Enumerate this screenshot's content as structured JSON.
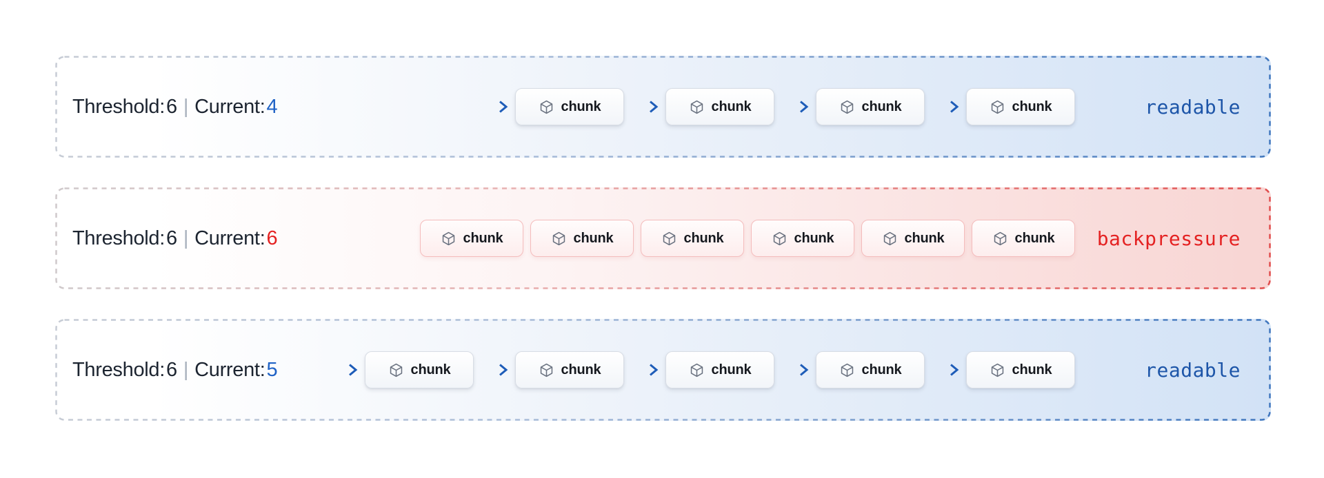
{
  "diagram": {
    "description": "stream backpressure states",
    "chunk_label": "chunk",
    "icons": {
      "chunk": "cube-icon",
      "flow": "arrow-right-icon"
    },
    "colors": {
      "readable_blue": "#1d55a8",
      "current_blue": "#2063c6",
      "backpressure_red": "#e42222",
      "arrow_blue": "#1d5cb8",
      "border_gray": "#c7ccd5",
      "border_blue": "#4177be",
      "border_red": "#e14f4f"
    },
    "rows": [
      {
        "threshold_label": "Threshold:",
        "threshold_value": "6",
        "separator": "|",
        "current_label": "Current:",
        "current_value": "4",
        "status": "readable",
        "accent": "blue",
        "chunk_count": 4,
        "arrows_between_chunks": true
      },
      {
        "threshold_label": "Threshold:",
        "threshold_value": "6",
        "separator": "|",
        "current_label": "Current:",
        "current_value": "6",
        "status": "backpressure",
        "accent": "red",
        "chunk_count": 6,
        "arrows_between_chunks": false
      },
      {
        "threshold_label": "Threshold:",
        "threshold_value": "6",
        "separator": "|",
        "current_label": "Current:",
        "current_value": "5",
        "status": "readable",
        "accent": "blue",
        "chunk_count": 5,
        "arrows_between_chunks": true
      }
    ]
  }
}
